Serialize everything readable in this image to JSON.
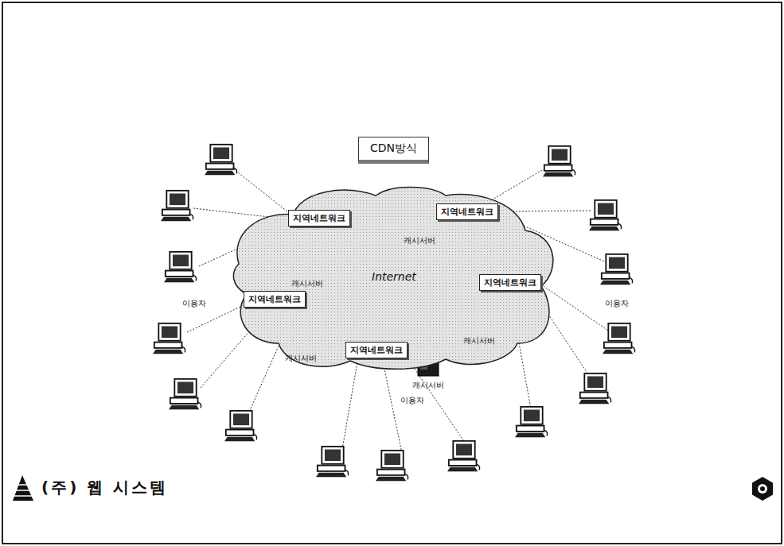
{
  "diagram": {
    "title": "CDN방식",
    "nodes": [
      {
        "text": [
          "Internet"
        ]
      },
      {
        "text": [
          "지역네트워크"
        ]
      },
      {
        "text": [
          "지역네트워크"
        ]
      },
      {
        "text": [
          "지역네트워크"
        ]
      },
      {
        "text": [
          "지역네트워크"
        ]
      },
      {
        "text": [
          "지역네트워크"
        ]
      }
    ],
    "labels": [
      "캐시서버",
      "캐시서버",
      "캐시서버",
      "캐시서버",
      "캐시서버",
      "이용자",
      "이용자",
      "이용자",
      "(주) 웹 시스템"
    ]
  }
}
